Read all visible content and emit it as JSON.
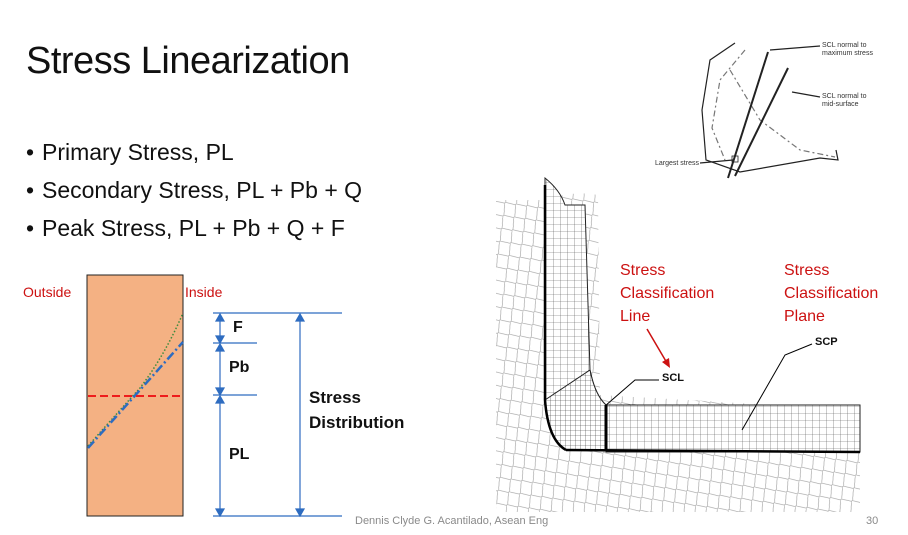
{
  "slide": {
    "title": "Stress Linearization",
    "bullets": [
      "Primary Stress, PL",
      "Secondary Stress, PL + Pb + Q",
      "Peak Stress, PL + Pb + Q + F"
    ],
    "footer_author": "Dennis Clyde G. Acantilado, Asean Eng",
    "page_number": "30"
  },
  "distribution_diagram": {
    "outside_label": "Outside",
    "inside_label": "Inside",
    "f_label": "F",
    "pb_label": "Pb",
    "pl_label": "PL",
    "stress_distribution_line1": "Stress",
    "stress_distribution_line2": "Distribution",
    "colors": {
      "wall_fill": "#f4b183",
      "blue": "#2e6cc0",
      "red": "#ee1c1c",
      "green": "#3c8a3c"
    }
  },
  "inset_figure": {
    "scl_normal_max": "SCL normal to maximum stress",
    "scl_normal_mid": "SCL normal to mid-surface",
    "largest_stress": "Largest stress"
  },
  "fea_figure": {
    "scl_annotation_lines": [
      "Stress",
      "Classification",
      "Line"
    ],
    "scp_annotation_lines": [
      "Stress",
      "Classification",
      "Plane"
    ],
    "scl_tag": "SCL",
    "scp_tag": "SCP"
  }
}
